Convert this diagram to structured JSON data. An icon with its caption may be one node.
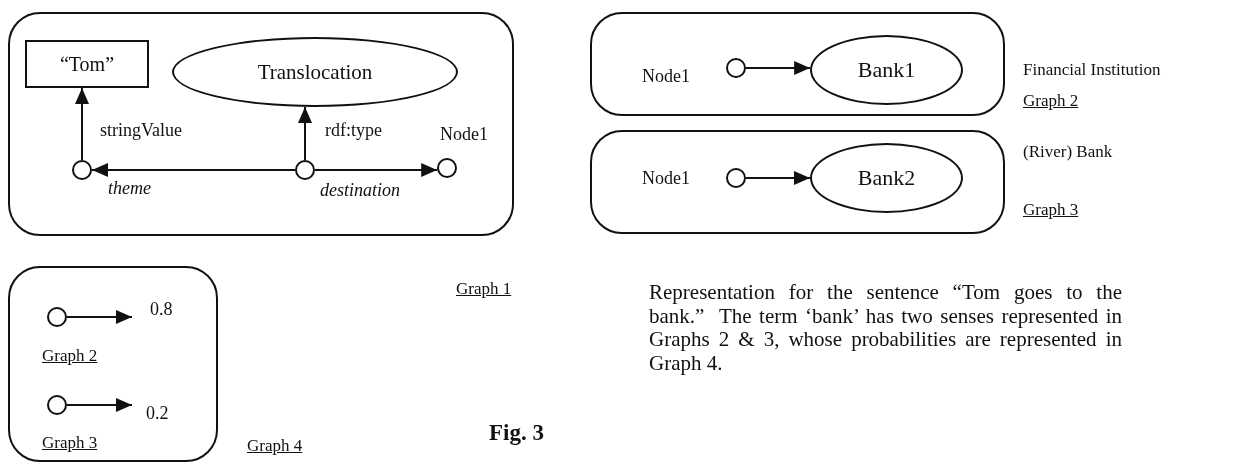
{
  "diagram": {
    "caption": "Fig. 3",
    "nodes": [
      {
        "text": [],
        "shape": "box"
      },
      {
        "text": [
          "“Tom”"
        ],
        "in": 0
      },
      {
        "text": [
          "Translocation"
        ],
        "in": 0
      },
      {
        "text": [],
        "shape": "circle",
        "in": 0
      },
      {
        "text": [],
        "shape": "circle",
        "in": 0
      },
      {
        "text": [],
        "shape": "circle",
        "in": 0,
        "beside": [
          "Node1"
        ]
      },
      {
        "text": [],
        "shape": "box"
      },
      {
        "text": [],
        "shape": "circle",
        "in": 6,
        "beside": [
          "Node1"
        ]
      },
      {
        "text": [
          "Bank1"
        ],
        "in": 6
      },
      {
        "text": [],
        "shape": "box"
      },
      {
        "text": [],
        "shape": "circle",
        "in": 9,
        "beside": [
          "Node1"
        ]
      },
      {
        "text": [
          "Bank2"
        ],
        "in": 9
      },
      {
        "text": [],
        "shape": "box"
      },
      {
        "text": [],
        "shape": "circle",
        "in": 12
      },
      {
        "text": [],
        "shape": "circle",
        "in": 12
      }
    ],
    "edges": [
      {
        "from": 3,
        "to": 1,
        "arrow": "to",
        "label": "stringValue"
      },
      {
        "from": 4,
        "to": 2,
        "arrow": "to",
        "label": "rdf:type"
      },
      {
        "from": 4,
        "to": 3,
        "arrow": "to",
        "label": "theme"
      },
      {
        "from": 4,
        "to": 5,
        "arrow": "to",
        "label": "destination"
      },
      {
        "from": 7,
        "to": 8,
        "arrow": "to"
      },
      {
        "from": 10,
        "to": 11,
        "arrow": "to"
      },
      {
        "from": 13,
        "to": null,
        "arrow": "to",
        "label": "0.8"
      },
      {
        "from": 14,
        "to": null,
        "arrow": "to",
        "label": "0.2"
      }
    ],
    "labels": [
      "Financial Institution",
      "Graph 2",
      "(River) Bank",
      "Graph 3",
      "Graph 1",
      "Graph 2",
      "Graph 3",
      "Graph 4",
      "Representation for the sentence “Tom goes to the bank.”  The term ‘bank’ has two senses represented in Graphs 2 & 3, whose probabilities are represented in Graph 4."
    ]
  }
}
